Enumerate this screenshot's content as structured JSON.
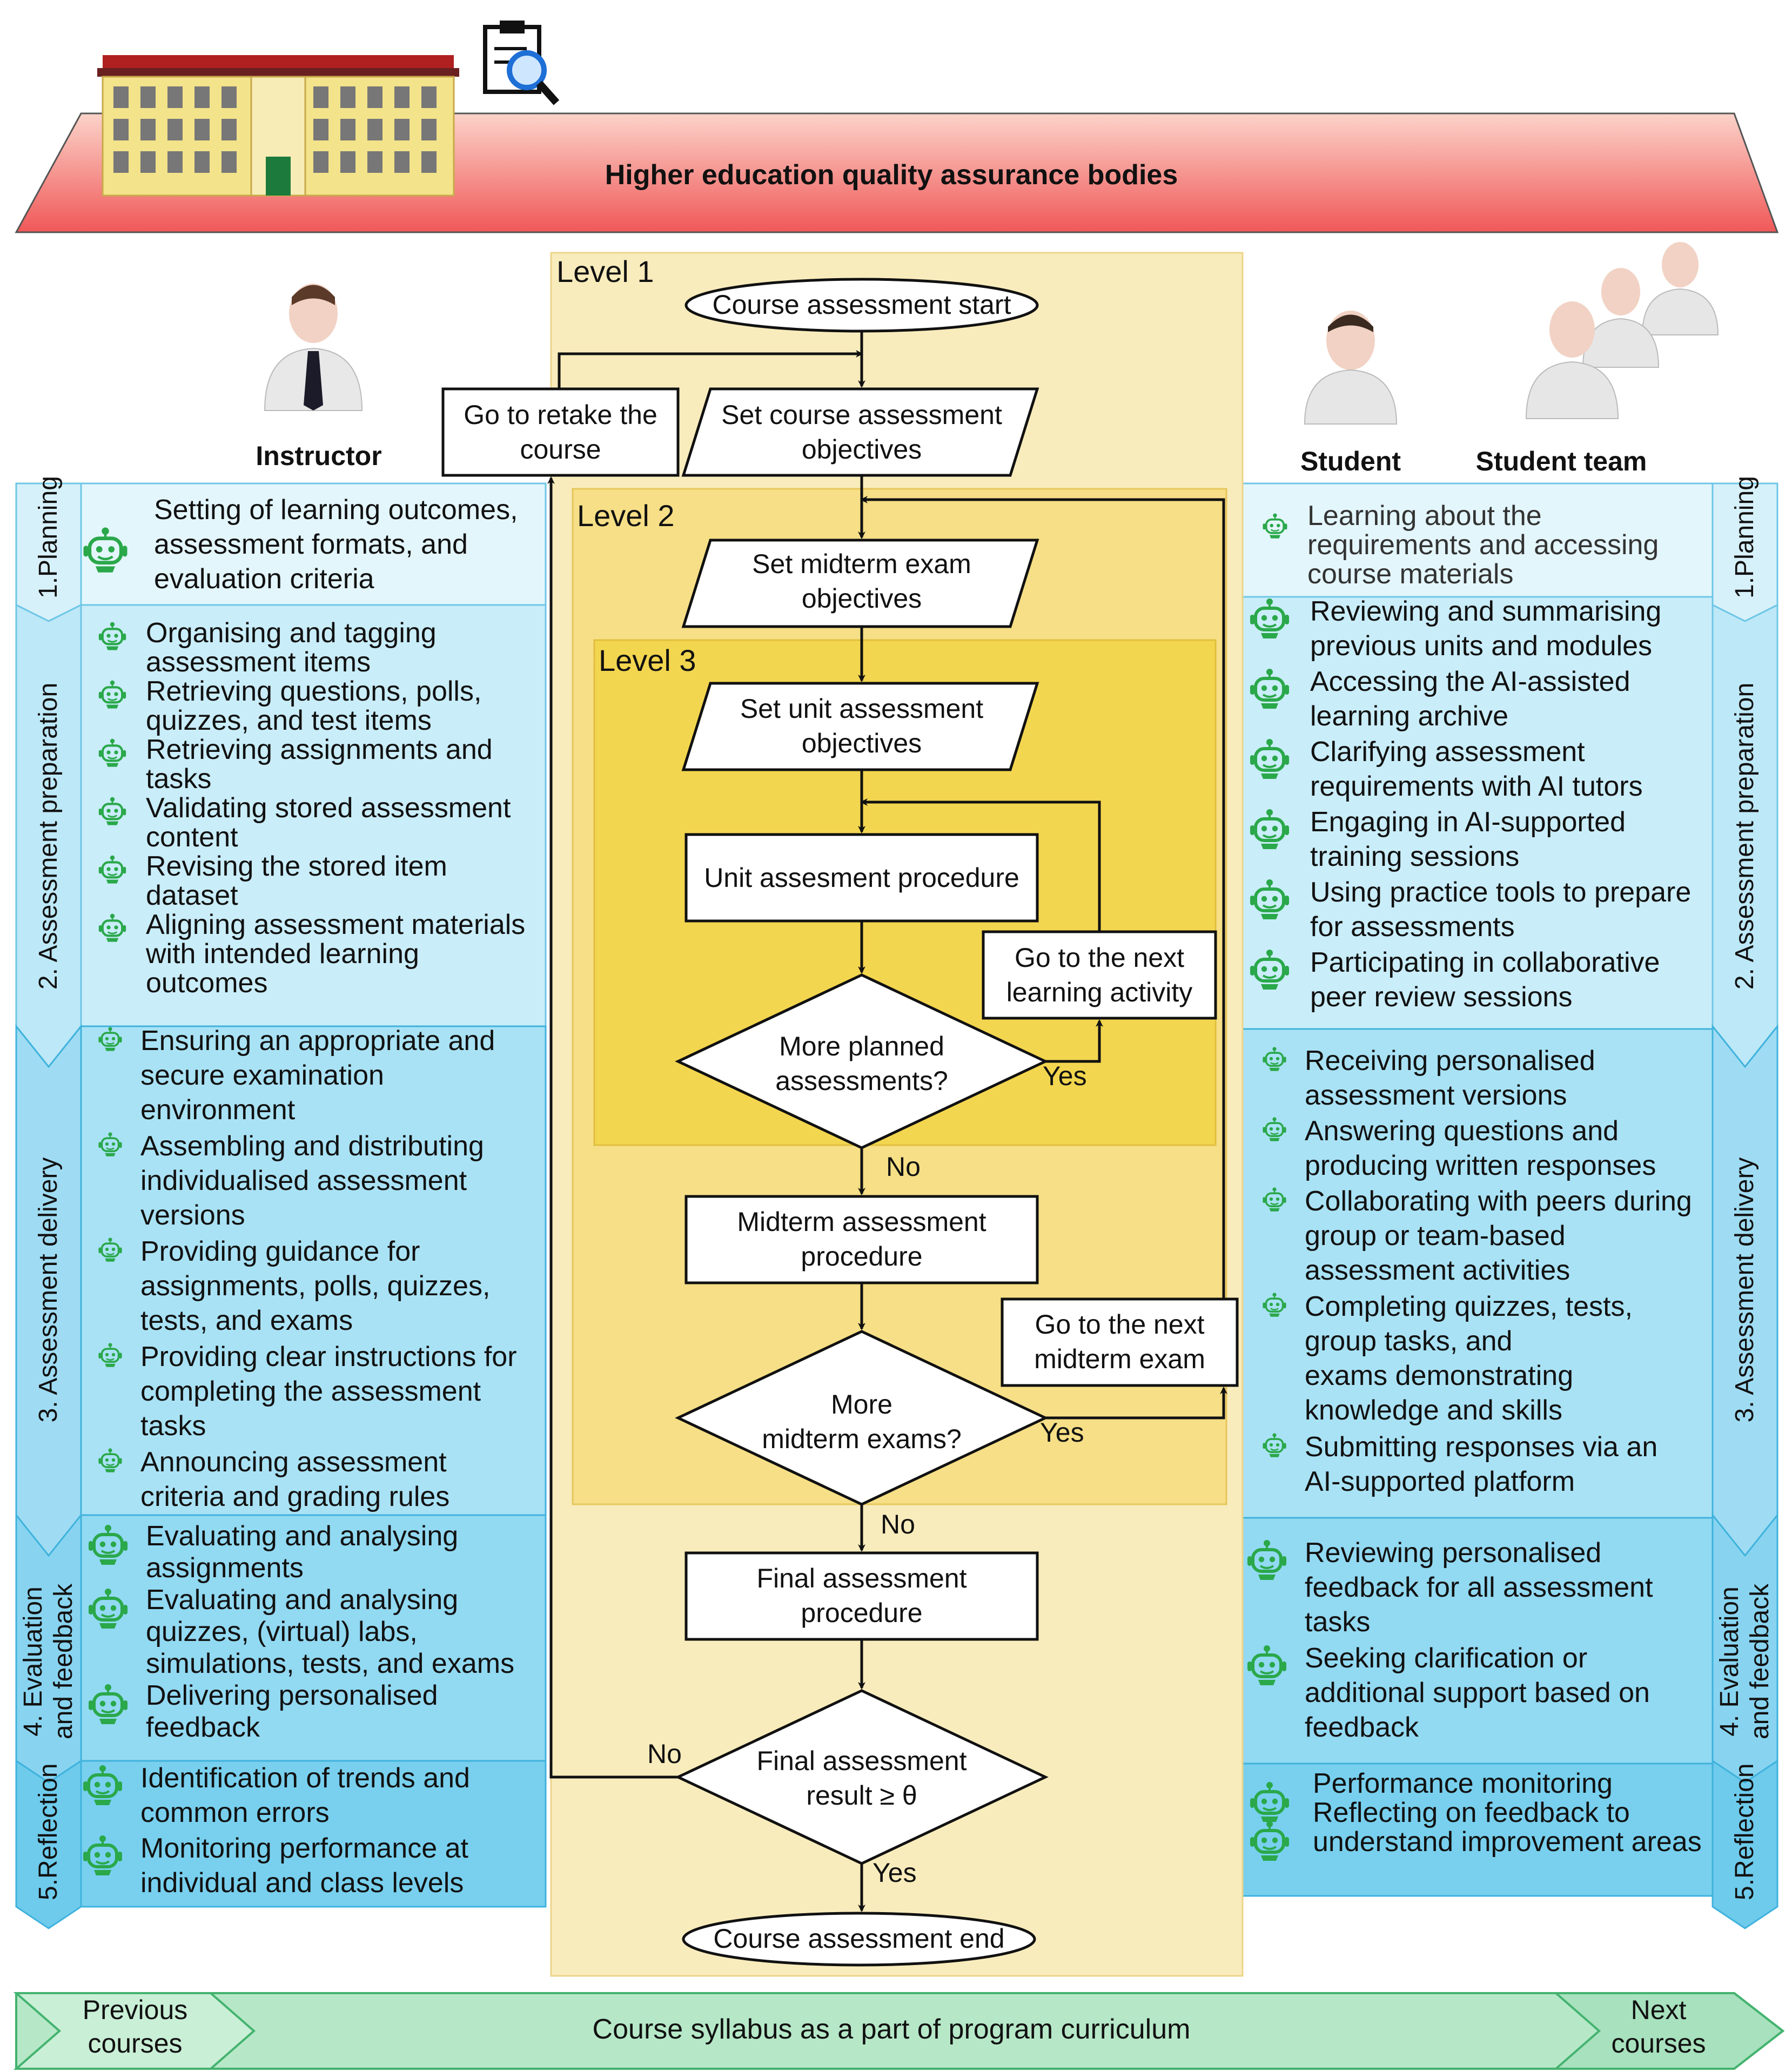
{
  "header": {
    "title": "Higher education quality assurance bodies"
  },
  "roles": {
    "instructor": "Instructor",
    "student": "Student",
    "student_team": "Student team"
  },
  "stages": {
    "planning": "1.Planning",
    "preparation": "2. Assessment preparation",
    "delivery": "3. Assessment delivery",
    "evaluation_line1": "4. Evaluation",
    "evaluation_line2": "and feedback",
    "reflection": "5.Reflection"
  },
  "levels": {
    "l1": "Level 1",
    "l2": "Level 2",
    "l3": "Level 3"
  },
  "instructor_tasks": {
    "planning": [
      "Setting of learning outcomes,",
      "assessment formats, and",
      "evaluation criteria"
    ],
    "preparation": [
      [
        "Organising and tagging",
        "assessment items"
      ],
      [
        "Retrieving questions, polls,",
        "quizzes, and test items"
      ],
      [
        "Retrieving assignments and",
        "tasks"
      ],
      [
        "Validating stored assessment",
        "content"
      ],
      [
        "Revising the stored item",
        "dataset"
      ],
      [
        "Aligning assessment materials",
        "with intended learning",
        "outcomes"
      ]
    ],
    "delivery": [
      [
        "Ensuring an appropriate and",
        "secure examination",
        "environment"
      ],
      [
        "Assembling and distributing",
        "individualised assessment",
        "versions"
      ],
      [
        "Providing guidance for",
        "assignments, polls, quizzes,",
        "tests, and exams"
      ],
      [
        "Providing clear instructions for",
        "completing the assessment",
        "tasks"
      ],
      [
        "Announcing assessment",
        "criteria and grading rules"
      ]
    ],
    "evaluation": [
      [
        "Evaluating and analysing",
        "assignments"
      ],
      [
        "Evaluating and analysing",
        "quizzes, (virtual) labs,",
        "simulations, tests, and exams"
      ],
      [
        "Delivering personalised",
        "feedback"
      ]
    ],
    "reflection": [
      [
        "Identification of trends and",
        "common errors"
      ],
      [
        "Monitoring performance at",
        "individual and class levels"
      ]
    ]
  },
  "student_tasks": {
    "planning": [
      "Learning about the",
      "requirements and accessing",
      "course materials"
    ],
    "preparation": [
      [
        "Reviewing and summarising",
        "previous units and modules"
      ],
      [
        "Accessing the AI-assisted",
        "learning archive"
      ],
      [
        "Clarifying assessment",
        "requirements with AI tutors"
      ],
      [
        "Engaging in AI-supported",
        "training sessions"
      ],
      [
        "Using practice tools to prepare",
        "for assessments"
      ],
      [
        "Participating in collaborative",
        "peer review sessions"
      ]
    ],
    "delivery": [
      [
        "Receiving personalised",
        "assessment versions"
      ],
      [
        "Answering questions and",
        "producing written responses"
      ],
      [
        "Collaborating with peers during",
        "group or team-based",
        "assessment activities"
      ],
      [
        "Completing quizzes, tests,",
        "group tasks, and",
        "exams demonstrating",
        "knowledge and skills"
      ],
      [
        "Submitting responses via an",
        "AI-supported platform"
      ]
    ],
    "evaluation": [
      [
        "Reviewing personalised",
        "feedback for all assessment",
        "tasks"
      ],
      [
        "Seeking clarification or",
        "additional support based on",
        "feedback"
      ]
    ],
    "reflection": [
      "Performance monitoring",
      "Reflecting on feedback to",
      "understand improvement areas"
    ]
  },
  "flowchart": {
    "start": "Course assessment start",
    "retake": [
      "Go to retake the",
      "course"
    ],
    "set_course": [
      "Set course assessment",
      "objectives"
    ],
    "set_midterm": [
      "Set midterm exam",
      "objectives"
    ],
    "set_unit": [
      "Set unit assessment",
      "objectives"
    ],
    "unit_proc": "Unit assesment procedure",
    "next_activity": [
      "Go to the next",
      "learning activity"
    ],
    "more_planned": [
      "More planned",
      "assessments?"
    ],
    "midterm_proc": [
      "Midterm assessment",
      "procedure"
    ],
    "next_midterm": [
      "Go to the next",
      "midterm exam"
    ],
    "more_midterm": [
      "More",
      "midterm exams?"
    ],
    "final_proc": [
      "Final assessment",
      "procedure"
    ],
    "final_result": [
      "Final assessment",
      "result ≥ θ"
    ],
    "end": "Course assessment end",
    "yes": "Yes",
    "no": "No"
  },
  "footer": {
    "previous": [
      "Previous",
      "courses"
    ],
    "syllabus": "Course syllabus as a part of program curriculum",
    "next": [
      "Next",
      "courses"
    ]
  }
}
